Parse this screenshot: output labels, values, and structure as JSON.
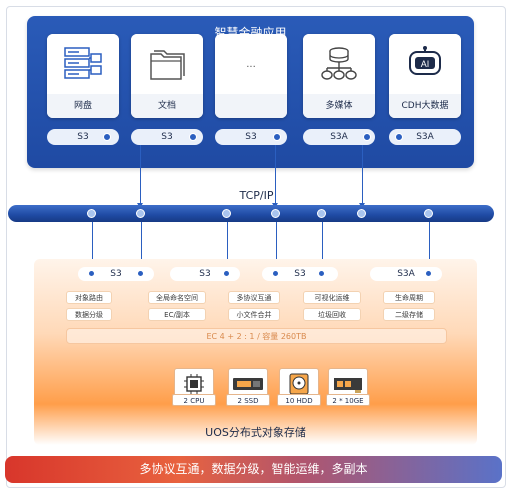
{
  "apps": {
    "title": "智慧金融应用",
    "cards": [
      {
        "label": "网盘",
        "icon": "server-stack-icon"
      },
      {
        "label": "文档",
        "icon": "folders-icon"
      },
      {
        "label": "...",
        "icon": ""
      },
      {
        "label": "多媒体",
        "icon": "database-network-icon"
      },
      {
        "label": "CDH大数据",
        "icon": "ai-robot-icon"
      }
    ],
    "protocols": [
      "S3",
      "S3",
      "S3",
      "S3A",
      "S3A"
    ],
    "ai_badge": "AI"
  },
  "network": {
    "label": "TCP/IP"
  },
  "storage": {
    "protocols": [
      "S3",
      "S3",
      "S3",
      "S3A"
    ],
    "features": [
      [
        "对象路由",
        "全局命名空间",
        "多协议互通",
        "可视化运维",
        "生命周期"
      ],
      [
        "数据分级",
        "EC/副本",
        "小文件合并",
        "垃圾回收",
        "二级存储"
      ]
    ],
    "ec_line": "EC 4 + 2 : 1 / 容量 260TB",
    "hardware": [
      {
        "label": "2 CPU",
        "icon": "cpu-icon"
      },
      {
        "label": "2 SSD",
        "icon": "ssd-icon"
      },
      {
        "label": "10 HDD",
        "icon": "hdd-icon"
      },
      {
        "label": "2 * 10GE",
        "icon": "nic-icon"
      }
    ],
    "title": "UOS分布式对象存储"
  },
  "banner": {
    "text": "多协议互通，数据分级，智能运维，多副本"
  },
  "colors": {
    "primary": "#1f4aa3",
    "accent_orange": "#ff9e4a",
    "banner_red": "#d8362b"
  }
}
